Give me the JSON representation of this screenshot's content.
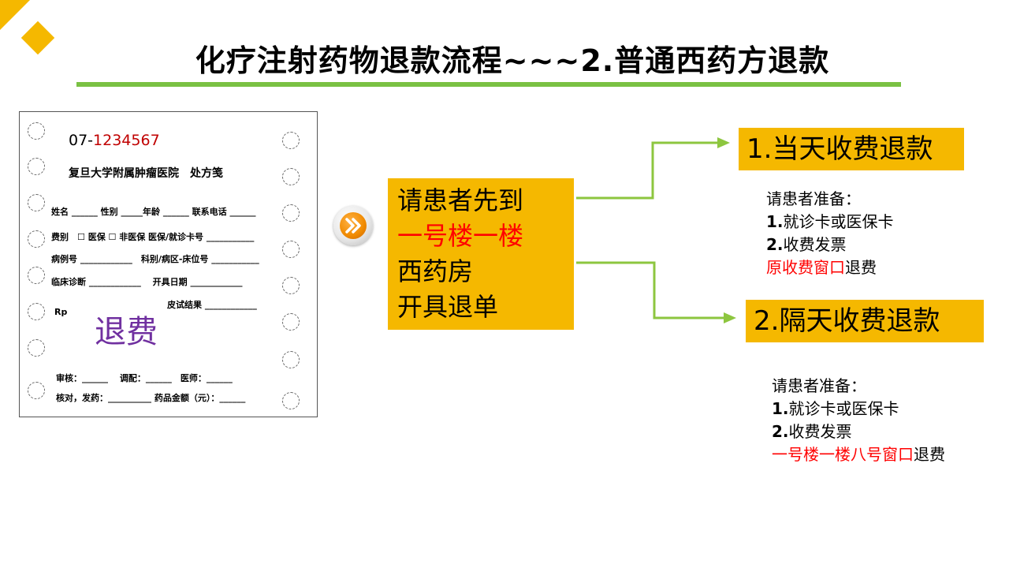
{
  "title": "化疗注射药物退款流程~~~2.普通西药方退款",
  "prescription": {
    "phone_prefix": "07-",
    "phone_number": "1234567",
    "hospital": "复旦大学附属肿瘤医院　处方笺",
    "row1": "姓名 ______ 性别 _____年龄 ______ 联系电话 ______",
    "row2": "费别　☐ 医保 ☐ 非医保  医保/就诊卡号 ___________",
    "row3": "病例号 ____________　科别/病区-床位号 ___________",
    "row4": "临床诊断 ____________　 开具日期 ____________",
    "row5": "皮试结果 ____________",
    "rp": "Rp",
    "stamp": "退费",
    "row6": "审核：______　 调配：______　医师：______",
    "row7": "核对，发药：__________ 药品金额（元）：______"
  },
  "center": {
    "line1": "请患者先到",
    "line2": "一号楼一楼",
    "line3": "西药房",
    "line4": "开具退单"
  },
  "options": [
    {
      "label": "1.当天收费退款",
      "notes_title": "请患者准备：",
      "item1_num": "1.",
      "item1_text": "就诊卡或医保卡",
      "item2_num": "2.",
      "item2_text": "收费发票",
      "location": "原收费窗口",
      "suffix": "退费"
    },
    {
      "label": "2.隔天收费退款",
      "notes_title": "请患者准备：",
      "item1_num": "1.",
      "item1_text": "就诊卡或医保卡",
      "item2_num": "2.",
      "item2_text": "收费发票",
      "location": "一号楼一楼八号窗口",
      "suffix": "退费"
    }
  ],
  "colors": {
    "accent_yellow": "#f5b800",
    "title_underline": "#7ac143",
    "arrow_green": "#8dc63f",
    "highlight_red": "#ff0000",
    "stamp_purple": "#7030a0"
  },
  "icons": {
    "center_icon": "double-chevron-right-icon",
    "flow_arrows": "arrow-right-icon"
  }
}
